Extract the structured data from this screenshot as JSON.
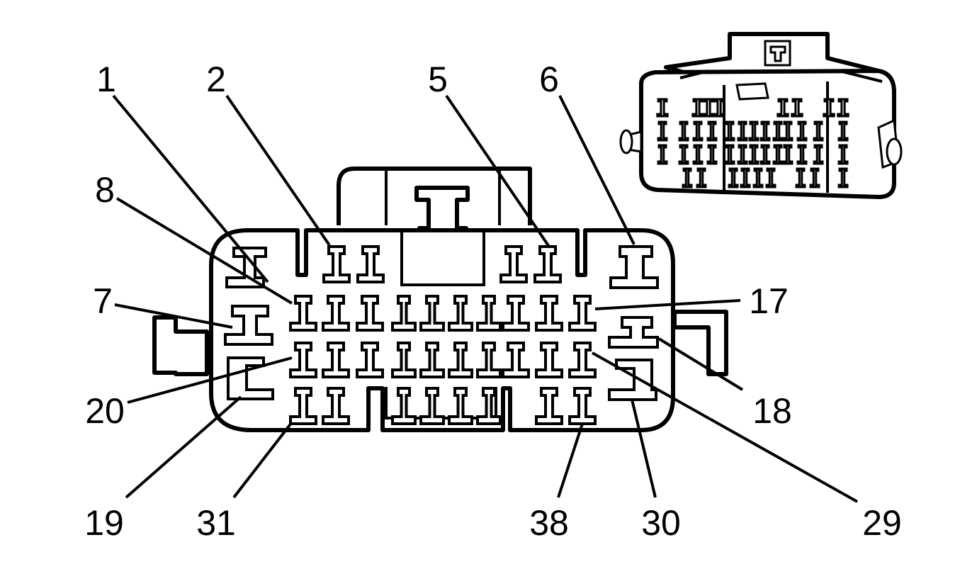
{
  "pin_labels": [
    "1",
    "2",
    "5",
    "6",
    "8",
    "7",
    "17",
    "20",
    "18",
    "19",
    "31",
    "38",
    "30",
    "29"
  ]
}
